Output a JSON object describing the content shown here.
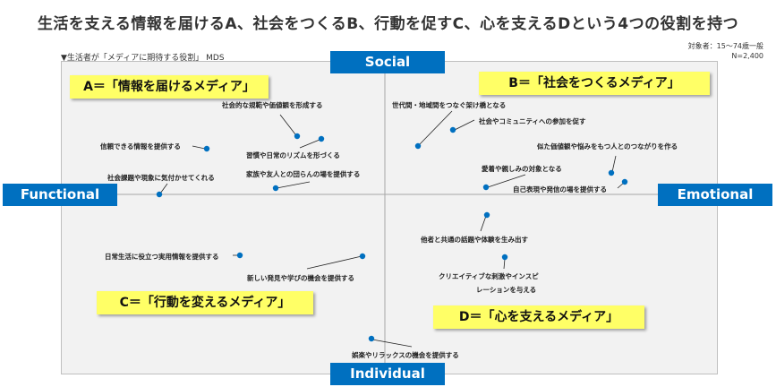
{
  "title": "生活を支える情報を届けるA、社会をつくるB、行動を促すC、心を支えるDという4つの役割を持つ",
  "subtitle": "▼生活者が「メディアに期待する役割」 MDS",
  "target": [
    "対象者：15〜74歳一般",
    "N=2,400"
  ],
  "axes": {
    "top": "Social",
    "bottom": "Individual",
    "left": "Functional",
    "right": "Emotional"
  },
  "quadrants": {
    "A": "A＝「情報を届けるメディア」",
    "B": "B＝「社会をつくるメディア」",
    "C": "C＝「行動を変えるメディア」",
    "D": "D＝「心を支えるメディア」"
  },
  "points": [
    "社会的な規範や価値観を形成する",
    "習慣や日常のリズムを形づくる",
    "信頼できる情報を提供する",
    "社会課題や現象に気付かせてくれる",
    "家族や友人との団らんの場を提供する",
    "世代間・地域間をつなぐ架け橋となる",
    "社会やコミュニティへの参加を促す",
    "似た価値観や悩みをもつ人とのつながりを作る",
    "愛着や親しみの対象となる",
    "自己表現や発信の場を提供する",
    "他者と共通の話題や体験を生み出す",
    "日常生活に役立つ実用情報を提供する",
    "新しい発見や学びの機会を提供する",
    "クリエイティブな刺激やインスピ",
    "レーションを与える",
    "娯楽やリラックスの機会を提供する"
  ],
  "colors": {
    "axis": "#0070c0",
    "quadrant": "#ffff66",
    "dot": "#0070c0"
  }
}
